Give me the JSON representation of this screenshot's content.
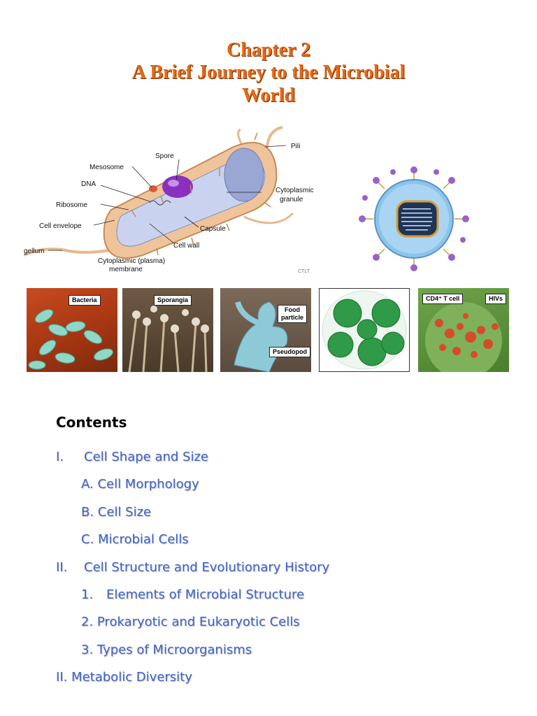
{
  "title": {
    "line1": "Chapter 2",
    "line2": "A Brief Journey to the Microbial",
    "line3": "World"
  },
  "cell_diagram": {
    "labels": {
      "pili": "Pili",
      "spore": "Spore",
      "mesosome": "Mesosome",
      "dna": "DNA",
      "ribosome": "Ribosome",
      "cell_envelope": "Cell envelope",
      "flagellum": "gellum",
      "cytoplasmic_granule_1": "Cytoplasmic",
      "cytoplasmic_granule_2": "granule",
      "capsule": "Capsule",
      "cell_wall": "Cell wall",
      "membrane_1": "Cytoplasmic (plasma)",
      "membrane_2": "membrane",
      "credit": "CTLT"
    }
  },
  "micrographs": {
    "bacteria": "Bacteria",
    "sporangia": "Sporangia",
    "food_1": "Food",
    "food_2": "particle",
    "pseudopod": "Pseudopod",
    "cd4": "CD4⁺ T cell",
    "hivs": "HIVs"
  },
  "contents": {
    "heading": "Contents",
    "items": [
      {
        "num": "I.",
        "text": "Cell Shape and Size"
      },
      {
        "num": "",
        "text": "A. Cell Morphology"
      },
      {
        "num": "",
        "text": "B. Cell Size"
      },
      {
        "num": "",
        "text": "C. Microbial Cells"
      },
      {
        "num": "II.",
        "text": "Cell Structure and Evolutionary History"
      },
      {
        "num": "1.",
        "text": "Elements of Microbial Structure"
      },
      {
        "num": "",
        "text": "2. Prokaryotic and Eukaryotic Cells"
      },
      {
        "num": "",
        "text": "3. Types of Microorganisms"
      },
      {
        "num": "",
        "text": "II.  Metabolic Diversity"
      }
    ]
  },
  "colors": {
    "title": "#e56b17",
    "contents_item": "#3f64c8",
    "cell_body": "#f0c49a",
    "nucleoid": "#8a2fc0"
  }
}
